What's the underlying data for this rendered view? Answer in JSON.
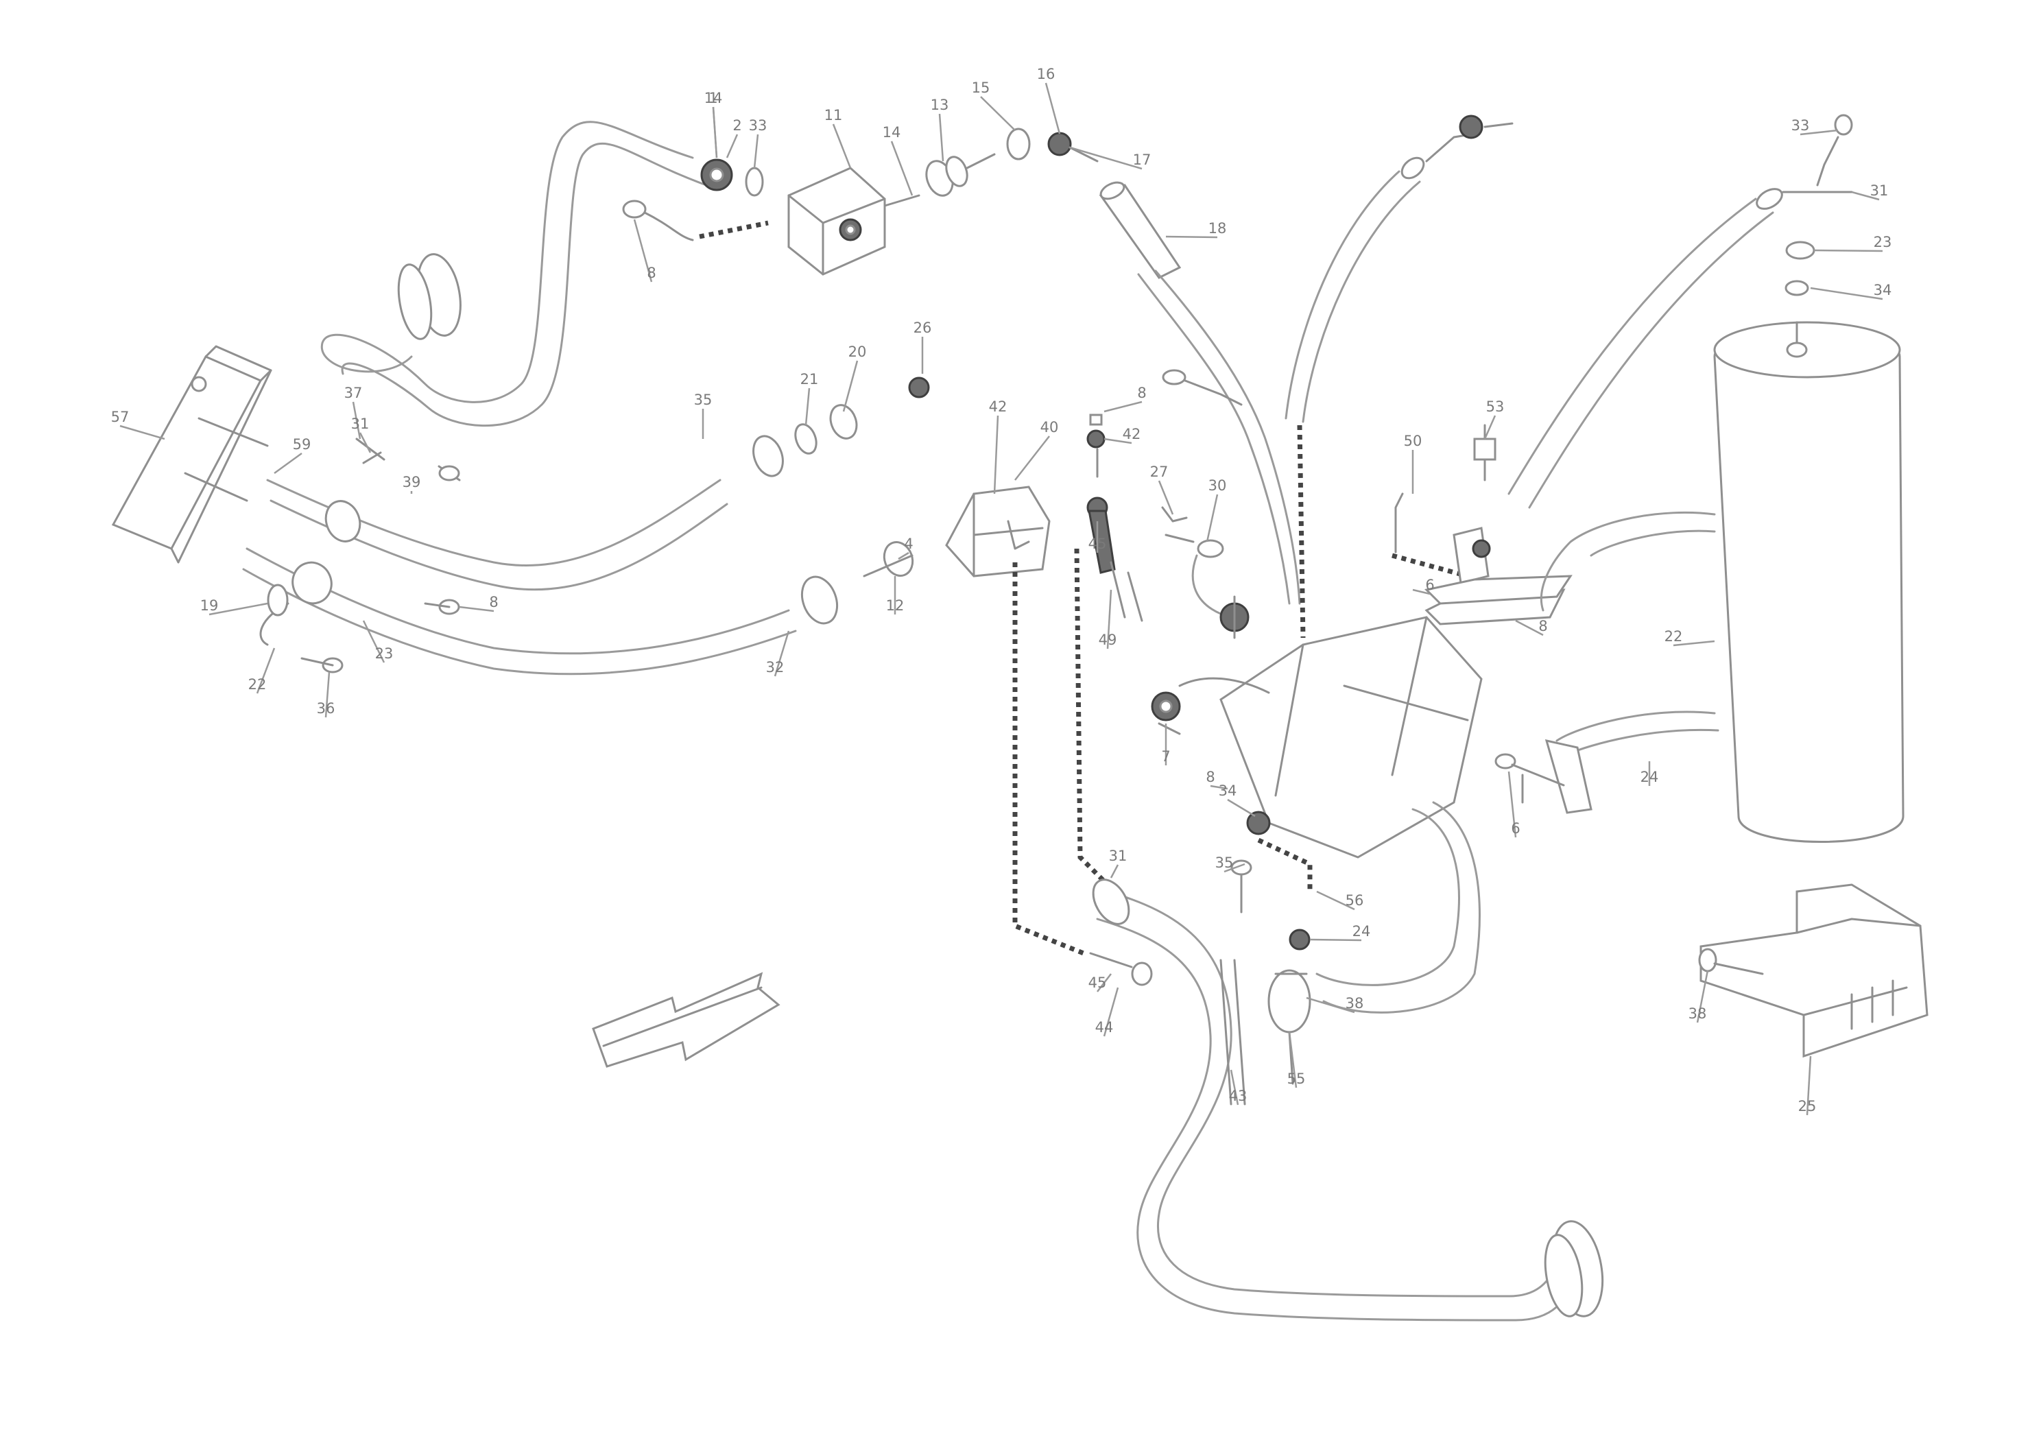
{
  "diagram": {
    "line_color": "#8f8f8f",
    "dark_color": "#444444",
    "callouts": [
      {
        "t": "14"
      },
      {
        "t": "33"
      },
      {
        "t": "11"
      },
      {
        "t": "14"
      },
      {
        "t": "13"
      },
      {
        "t": "15"
      },
      {
        "t": "16"
      },
      {
        "t": "17"
      },
      {
        "t": "18"
      },
      {
        "t": "8"
      },
      {
        "t": "57"
      },
      {
        "t": "59"
      },
      {
        "t": "37"
      },
      {
        "t": "31"
      },
      {
        "t": "39"
      },
      {
        "t": "19"
      },
      {
        "t": "22"
      },
      {
        "t": "36"
      },
      {
        "t": "23"
      },
      {
        "t": "8"
      },
      {
        "t": "35"
      },
      {
        "t": "21"
      },
      {
        "t": "20"
      },
      {
        "t": "26"
      },
      {
        "t": "32"
      },
      {
        "t": "12"
      },
      {
        "t": "4"
      },
      {
        "t": "42"
      },
      {
        "t": "40"
      },
      {
        "t": "8"
      },
      {
        "t": "42"
      },
      {
        "t": "27"
      },
      {
        "t": "30"
      },
      {
        "t": "45"
      },
      {
        "t": "49"
      },
      {
        "t": "7"
      },
      {
        "t": "8"
      },
      {
        "t": "34"
      },
      {
        "t": "35"
      },
      {
        "t": "45"
      },
      {
        "t": "44"
      },
      {
        "t": "43"
      },
      {
        "t": "55"
      },
      {
        "t": "56"
      },
      {
        "t": "24"
      },
      {
        "t": "38"
      },
      {
        "t": "31"
      },
      {
        "t": "50"
      },
      {
        "t": "53"
      },
      {
        "t": "6"
      },
      {
        "t": "8"
      },
      {
        "t": "6"
      },
      {
        "t": "22"
      },
      {
        "t": "24"
      },
      {
        "t": "33"
      },
      {
        "t": "31"
      },
      {
        "t": "23"
      },
      {
        "t": "34"
      },
      {
        "t": "38"
      },
      {
        "t": "25"
      },
      {
        "t": "2"
      },
      {
        "t": "1"
      }
    ],
    "reference": {
      "line1": "",
      "line2": "",
      "line3": ""
    }
  }
}
